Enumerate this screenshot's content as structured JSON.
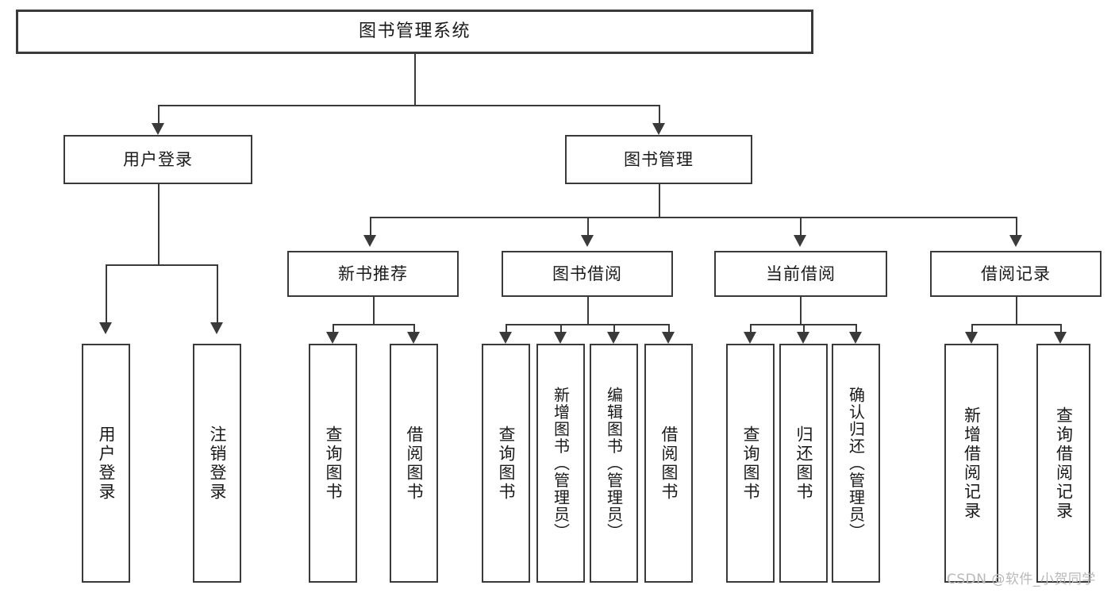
{
  "diagram": {
    "title": "图书管理系统",
    "type": "tree-hierarchy-chart",
    "root": {
      "label": "图书管理系统"
    },
    "level2": [
      {
        "label": "用户登录"
      },
      {
        "label": "图书管理"
      }
    ],
    "level3": [
      {
        "label": "新书推荐"
      },
      {
        "label": "图书借阅"
      },
      {
        "label": "当前借阅"
      },
      {
        "label": "借阅记录"
      }
    ],
    "leaves": {
      "user_login": [
        {
          "label": "用户登录"
        },
        {
          "label": "注销登录"
        }
      ],
      "new_book_recommend": [
        {
          "label": "查询图书"
        },
        {
          "label": "借阅图书"
        }
      ],
      "book_borrow": [
        {
          "label": "查询图书"
        },
        {
          "label": "新增图书（管理员）"
        },
        {
          "label": "编辑图书（管理员）"
        },
        {
          "label": "借阅图书"
        }
      ],
      "current_borrow": [
        {
          "label": "查询图书"
        },
        {
          "label": "归还图书"
        },
        {
          "label": "确认归还（管理员）"
        }
      ],
      "borrow_record": [
        {
          "label": "新增借阅记录"
        },
        {
          "label": "查询借阅记录"
        }
      ]
    }
  },
  "watermark": {
    "text": "CSDN @软件_小贺同学"
  },
  "colors": {
    "stroke": "#3a3a3a",
    "text": "#1a1a1a",
    "background": "#ffffff",
    "watermark": "#b9b9b9"
  }
}
